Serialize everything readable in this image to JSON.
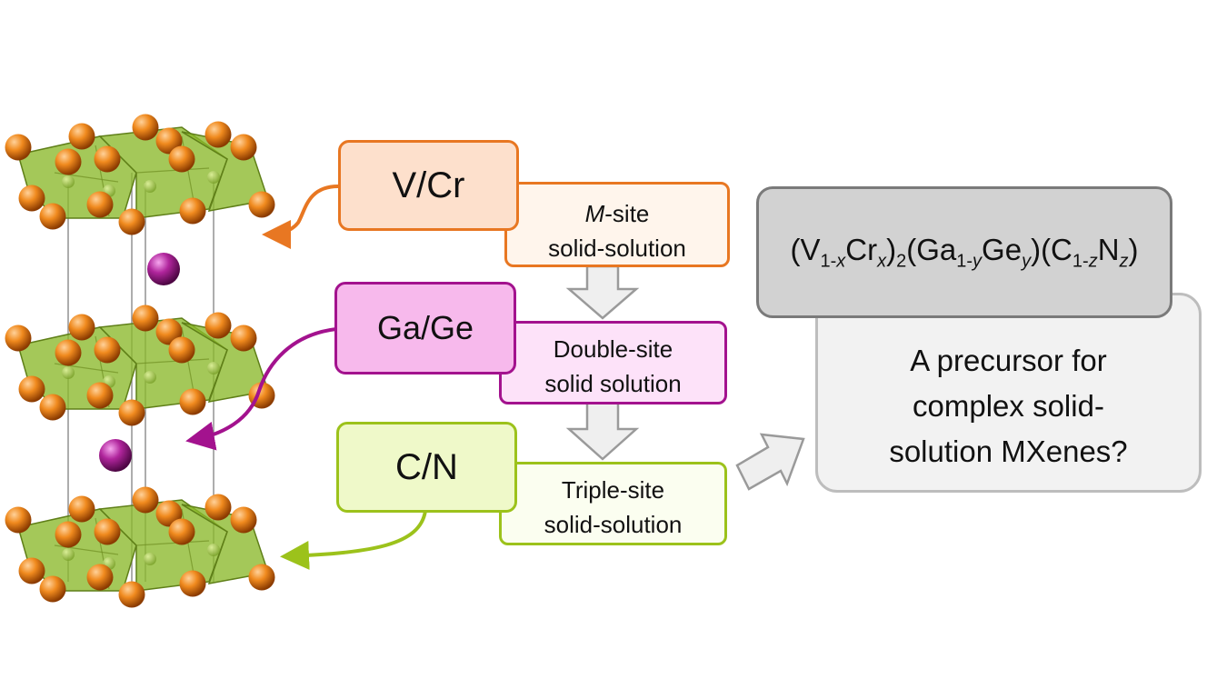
{
  "elements": [
    {
      "id": "vcr",
      "label": "V/Cr",
      "color": "#e87722",
      "fill": "#fde0cc"
    },
    {
      "id": "gage",
      "label": "Ga/Ge",
      "color": "#a3128e",
      "fill": "#f7b9ec"
    },
    {
      "id": "cn",
      "label": "C/N",
      "color": "#9cc21b",
      "fill": "#eff9c9"
    }
  ],
  "solutions": [
    {
      "italic": "M",
      "line1_rest": "-site",
      "line2": "solid-solution",
      "color": "#e87722",
      "fill": "#fff5ec"
    },
    {
      "italic": "",
      "line1_rest": "Double-site",
      "line2": "solid solution",
      "color": "#a3128e",
      "fill": "#fde2f9"
    },
    {
      "italic": "",
      "line1_rest": "Triple-site",
      "line2": "solid-solution",
      "color": "#9cc21b",
      "fill": "#fbfef0"
    }
  ],
  "formula": {
    "open1": "(V",
    "s1": "1-",
    "s1v": "x",
    "mid1": "Cr",
    "s2": "x",
    "close1": ")",
    "s3": "2",
    "open2": "(Ga",
    "s4": "1-",
    "s4v": "y",
    "mid2": "Ge",
    "s5": "y",
    "close2": ")",
    "open3": "(C",
    "s6": "1-",
    "s6v": "z",
    "mid3": "N",
    "s7": "z",
    "close3": ")"
  },
  "question": {
    "lines": [
      "A precursor for",
      "complex solid-",
      "solution MXenes?"
    ]
  },
  "colors": {
    "octahedron": "#8bb82a",
    "atom_orange": "#e06a00",
    "atom_purple": "#9a1a8a",
    "flow_arrow_fill": "#efefef",
    "flow_arrow_stroke": "#9a9a9a"
  }
}
